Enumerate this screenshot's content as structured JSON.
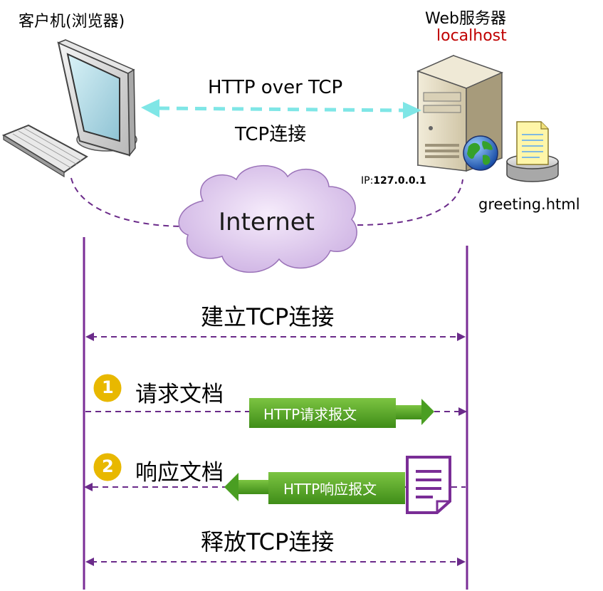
{
  "client": {
    "label": "客户机(浏览器)"
  },
  "server": {
    "label": "Web服务器",
    "host": "localhost",
    "ip_prefix": "IP:",
    "ip": "127.0.0.1",
    "host_color": "#c00000"
  },
  "file": {
    "name": "greeting.html"
  },
  "link": {
    "protocol": "HTTP over TCP",
    "connection": "TCP连接"
  },
  "network": {
    "label": "Internet"
  },
  "steps": {
    "connect": "建立TCP连接",
    "request": {
      "number": "1",
      "label": "请求文档",
      "message": "HTTP请求报文"
    },
    "response": {
      "number": "2",
      "label": "响应文档",
      "message": "HTTP响应报文"
    },
    "release": "释放TCP连接"
  },
  "colors": {
    "lifeline": "#7a2d96",
    "dashed": "#6b2b8a",
    "arrow_green": "#4a9e22",
    "badge": "#e8b800",
    "link_cyan": "#7fe6e6"
  }
}
